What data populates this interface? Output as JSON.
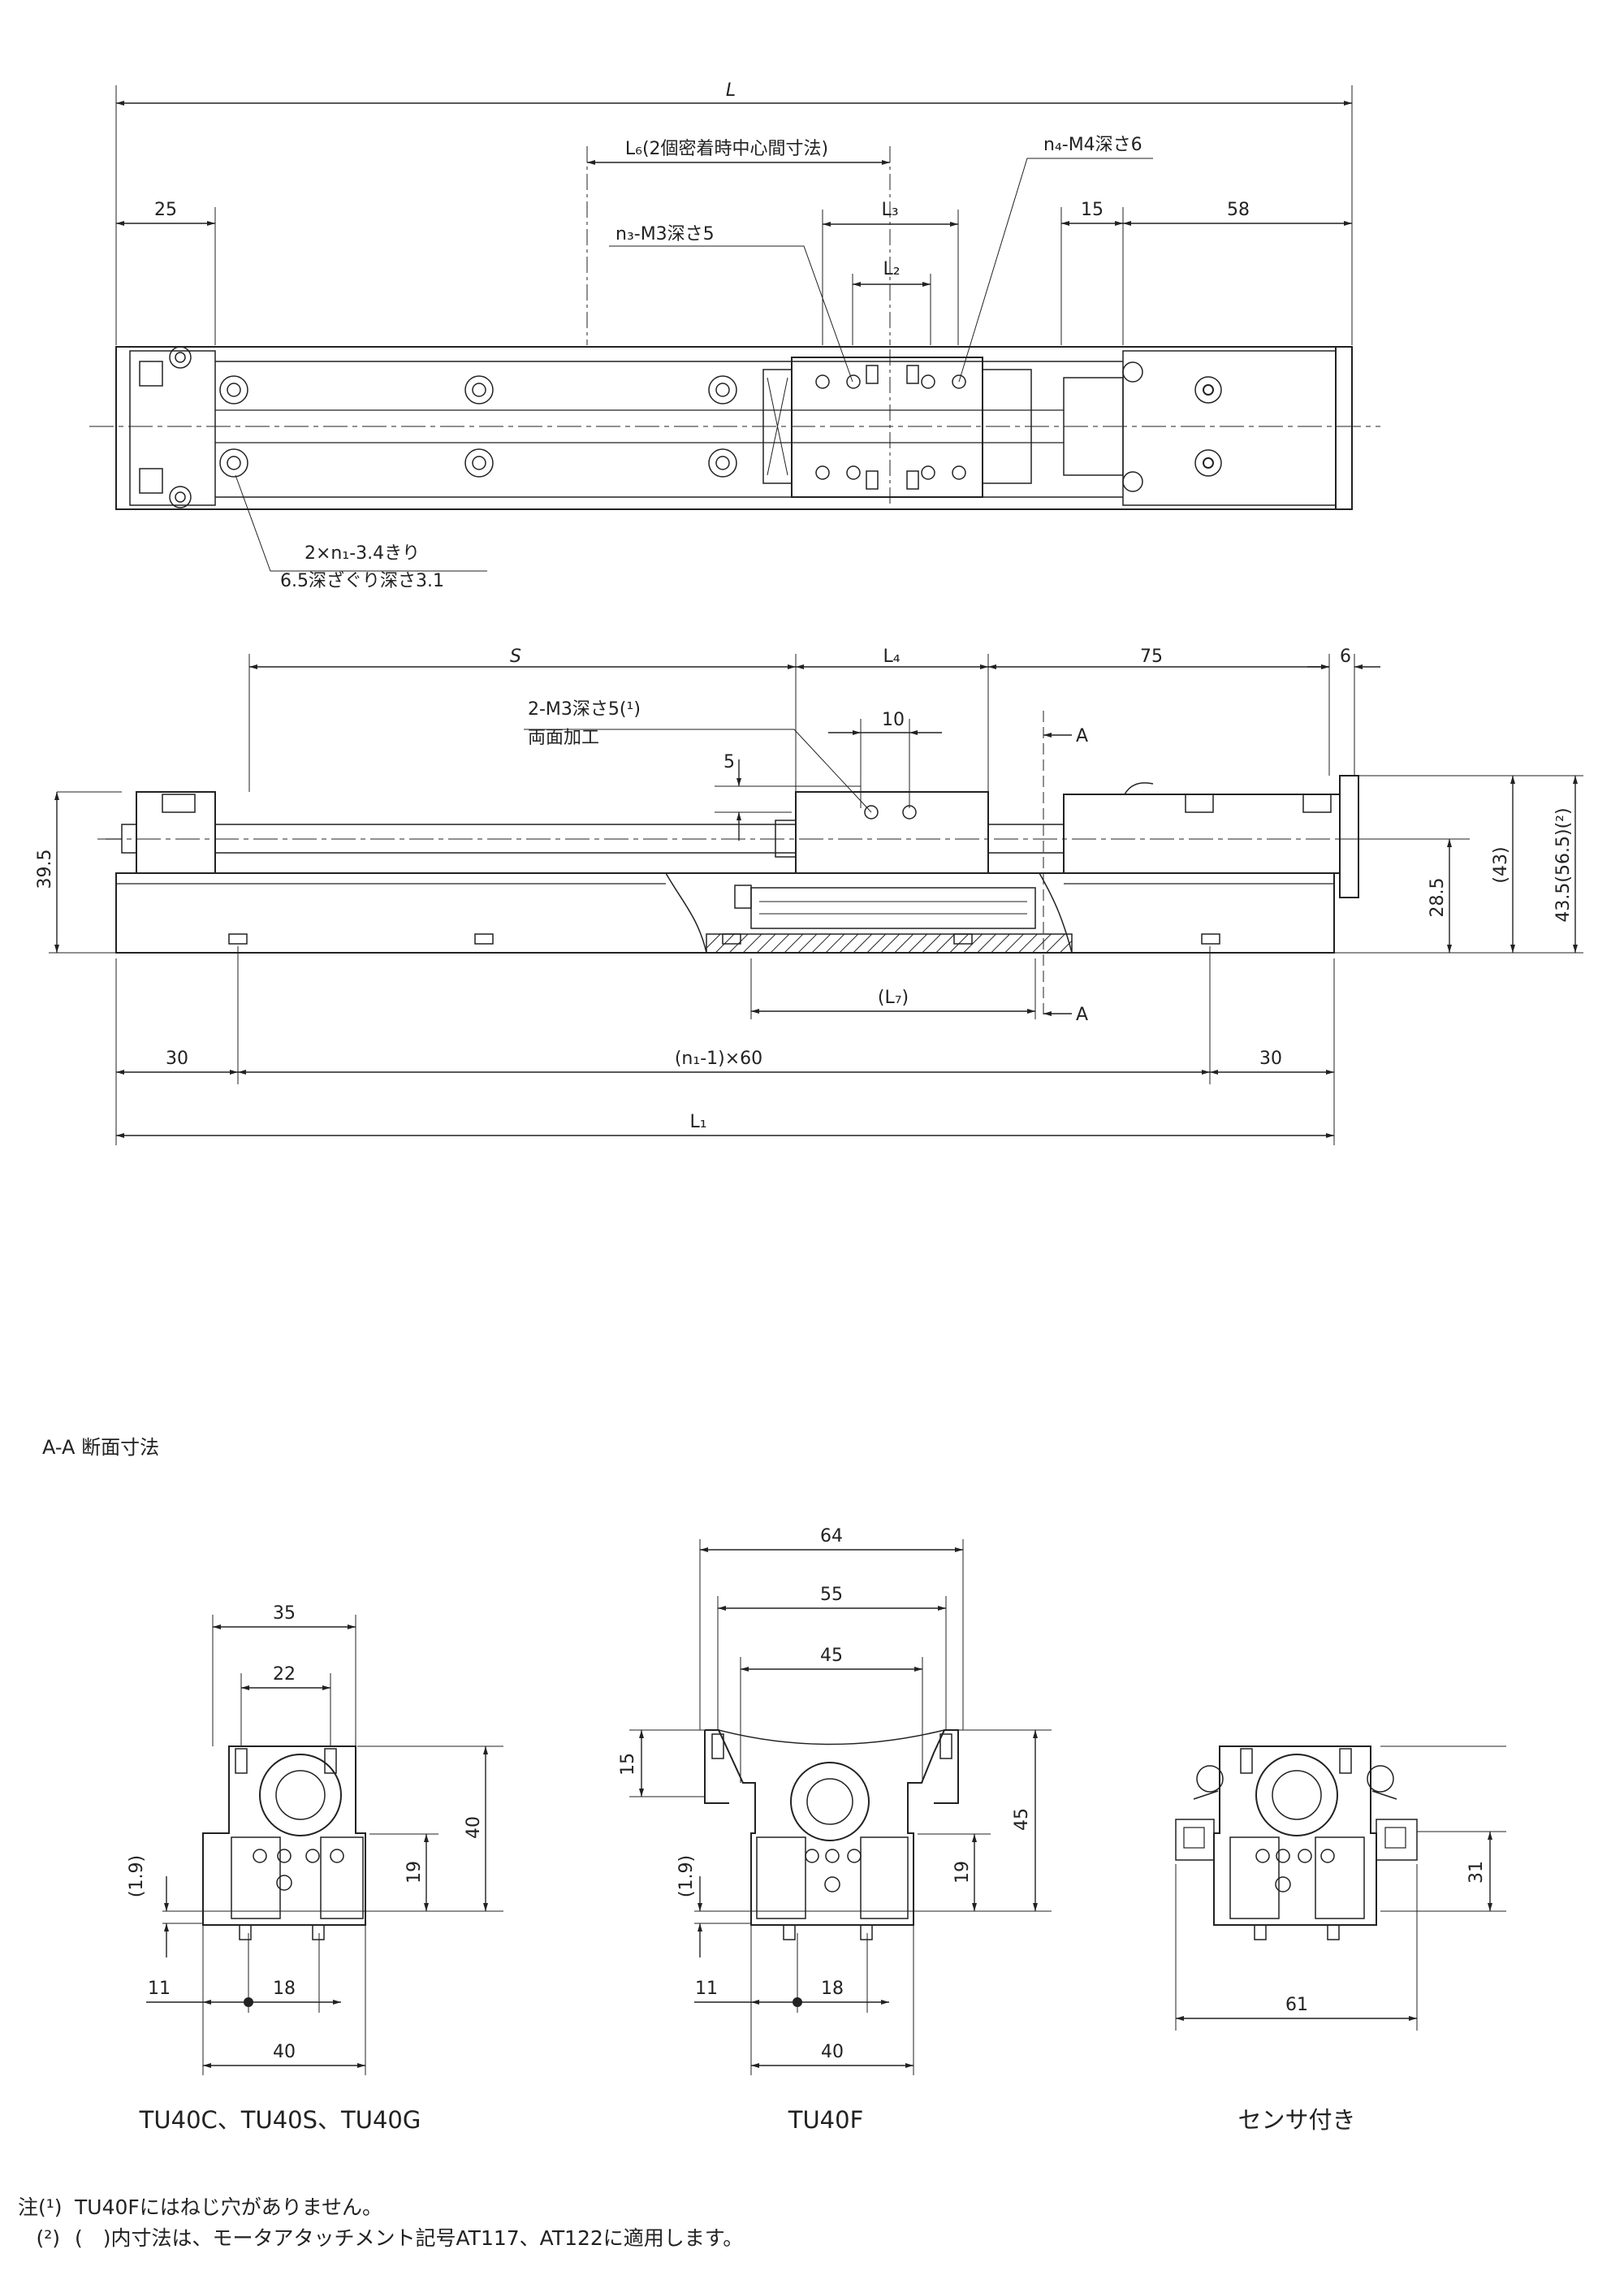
{
  "top_view": {
    "L": "L",
    "L6": "L₆(2個密着時中心間寸法)",
    "n4_thread": "n₄-M4深さ6",
    "L3": "L₃",
    "n3_thread": "n₃-M3深さ5",
    "L2": "L₂",
    "d25": "25",
    "d15": "15",
    "d58": "58",
    "hole_note_1": "2×n₁-3.4きり",
    "hole_note_2": "6.5深ざぐり深さ3.1"
  },
  "side_view": {
    "S": "S",
    "L4": "L₄",
    "d75": "75",
    "d6": "6",
    "thread_note": "2-M3深さ5(¹)",
    "both_sides": "両面加工",
    "d10": "10",
    "d5": "5",
    "section_a": "A",
    "d39_5": "39.5",
    "d28_5": "28.5",
    "d43": "(43)",
    "d43_5": "43.5(56.5)(²)",
    "L7": "(L₇)",
    "section_a2": "A",
    "d30_left": "30",
    "pitch": "(n₁-1)×60",
    "d30_right": "30",
    "L1": "L₁"
  },
  "section_title": "A-A 断面寸法",
  "section_c": {
    "d35": "35",
    "d22": "22",
    "d40v": "40",
    "d19": "19",
    "d1_9": "(1.9)",
    "d11": "11",
    "d18": "18",
    "d40h": "40",
    "caption": "TU40C、TU40S、TU40G"
  },
  "section_f": {
    "d64": "64",
    "d55": "55",
    "d45h": "45",
    "d15": "15",
    "d45v": "45",
    "d19": "19",
    "d1_9": "(1.9)",
    "d11": "11",
    "d18": "18",
    "d40h": "40",
    "caption": "TU40F"
  },
  "section_s": {
    "d31": "31",
    "d61": "61",
    "caption": "センサ付き"
  },
  "notes": {
    "mark1": "注(¹)",
    "text1": "TU40Fにはねじ穴がありません。",
    "mark2": "(²)",
    "text2": "(　)内寸法は、モータアタッチメント記号AT117、AT122に適用します。"
  }
}
